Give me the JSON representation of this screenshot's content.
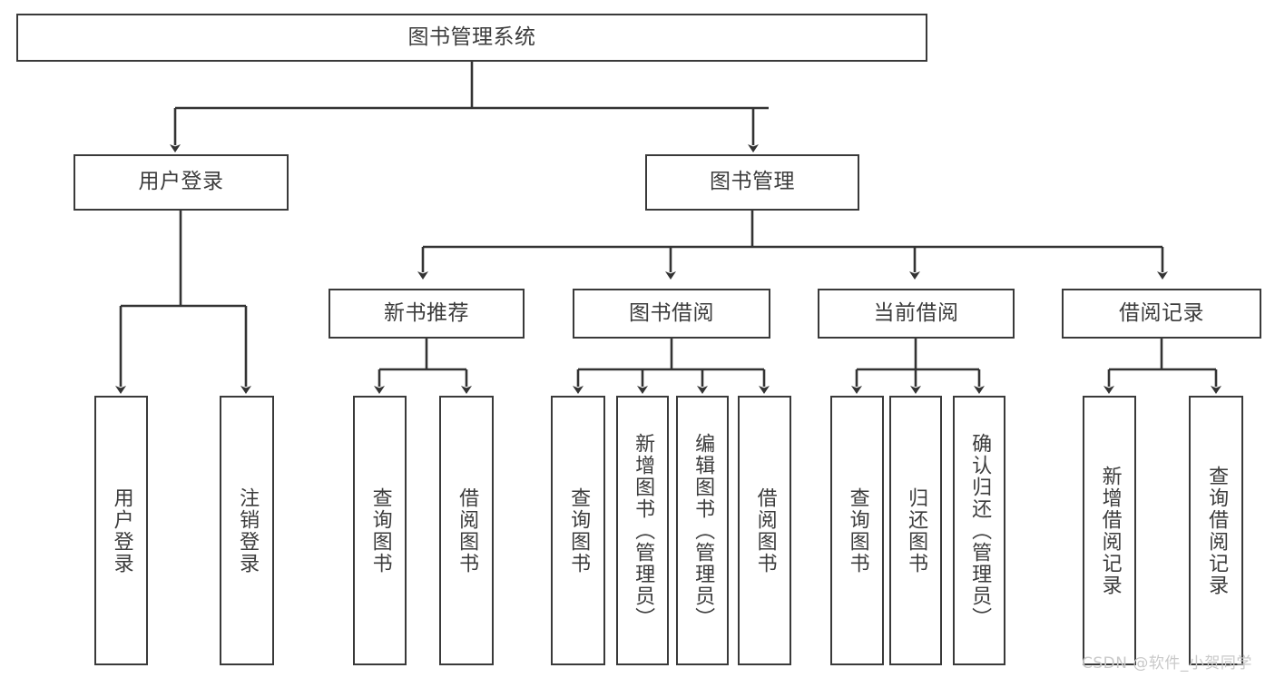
{
  "diagram": {
    "title": "图书管理系统",
    "type": "tree-hierarchy-chart",
    "watermark": "CSDN @软件_小贺同学",
    "colors": {
      "box_border": "#3a3a3a",
      "box_fill": "#ffffff",
      "connector": "#333333",
      "text": "#3c3c3c",
      "watermark": "#c9c9c9",
      "background": "#ffffff"
    },
    "root": {
      "label": "图书管理系统"
    },
    "level2": [
      {
        "id": "user-login",
        "label": "用户登录"
      },
      {
        "id": "book-management",
        "label": "图书管理"
      }
    ],
    "level3": [
      {
        "id": "new-book-recommend",
        "label": "新书推荐"
      },
      {
        "id": "book-borrow",
        "label": "图书借阅"
      },
      {
        "id": "current-borrow",
        "label": "当前借阅"
      },
      {
        "id": "borrow-record",
        "label": "借阅记录"
      }
    ],
    "leaves": {
      "user_login": [
        {
          "id": "leaf-user-login",
          "label": "用户登录"
        },
        {
          "id": "leaf-logout-login",
          "label": "注销登录"
        }
      ],
      "new_book_recommend": [
        {
          "id": "leaf-query-book-1",
          "label": "查询图书"
        },
        {
          "id": "leaf-borrow-book-1",
          "label": "借阅图书"
        }
      ],
      "book_borrow": [
        {
          "id": "leaf-query-book-2",
          "label": "查询图书"
        },
        {
          "id": "leaf-add-book",
          "label": "新增图书（管理员）"
        },
        {
          "id": "leaf-edit-book",
          "label": "编辑图书（管理员）"
        },
        {
          "id": "leaf-borrow-book-2",
          "label": "借阅图书"
        }
      ],
      "current_borrow": [
        {
          "id": "leaf-query-book-3",
          "label": "查询图书"
        },
        {
          "id": "leaf-return-book",
          "label": "归还图书"
        },
        {
          "id": "leaf-confirm-return",
          "label": "确认归还（管理员）"
        }
      ],
      "borrow_record": [
        {
          "id": "leaf-add-borrow-record",
          "label": "新增借阅记录"
        },
        {
          "id": "leaf-query-borrow-record",
          "label": "查询借阅记录"
        }
      ]
    }
  }
}
